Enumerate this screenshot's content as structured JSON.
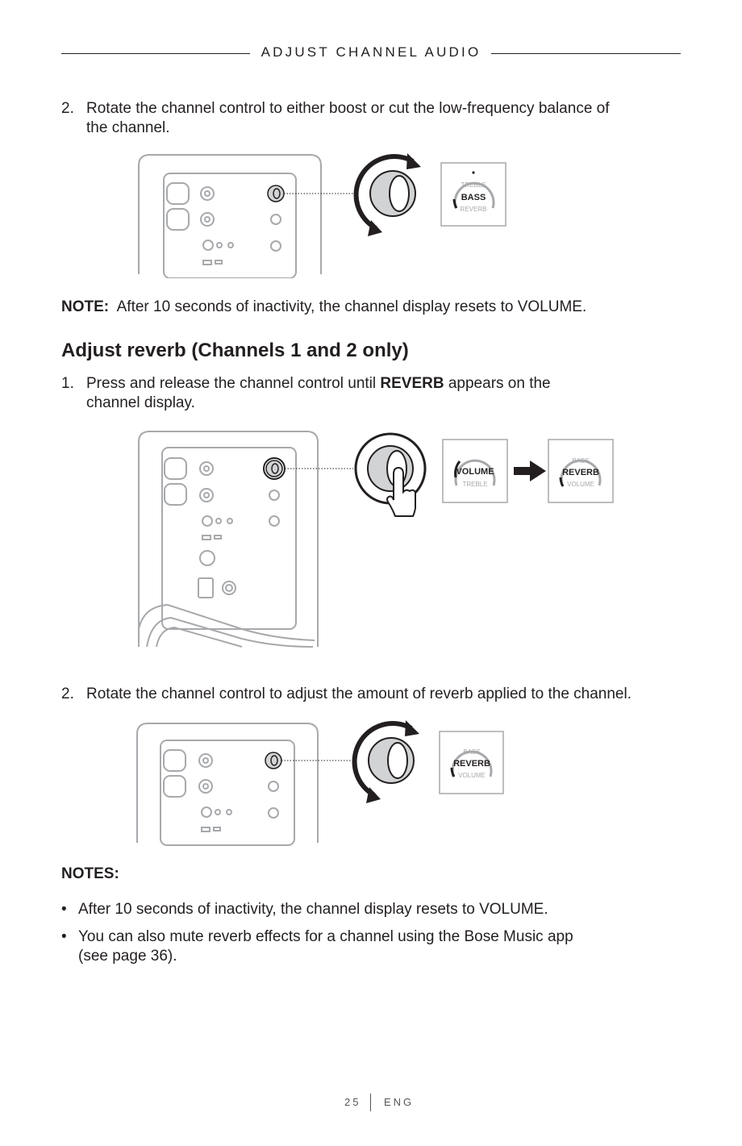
{
  "header": {
    "title": "ADJUST CHANNEL AUDIO"
  },
  "bass_section": {
    "step_num": "2.",
    "step_line1": "Rotate the channel control to either boost or cut the low-frequency balance of",
    "step_line2": "the channel.",
    "display": {
      "top": "TREBLE",
      "selected": "BASS",
      "bottom": "REVERB"
    },
    "note_label": "NOTE:",
    "note_text": "After 10 seconds of inactivity, the channel display resets to VOLUME."
  },
  "reverb_section": {
    "heading": "Adjust reverb (Channels 1 and 2 only)",
    "step1_num": "1.",
    "step1_line1_pre": "Press and release the channel control until ",
    "step1_line1_bold": "REVERB",
    "step1_line1_post": " appears on the",
    "step1_line2": "channel display.",
    "display_before": {
      "selected": "VOLUME",
      "bottom": "TREBLE"
    },
    "display_after": {
      "top": "BASS",
      "selected": "REVERB",
      "bottom": "VOLUME"
    },
    "step2_num": "2.",
    "step2_text": "Rotate the channel control to adjust the amount of reverb applied to the channel.",
    "display_step2": {
      "top": "BASS",
      "selected": "REVERB",
      "bottom": "VOLUME"
    }
  },
  "notes": {
    "label": "NOTES:",
    "bullet_symbol": "•",
    "items": [
      {
        "line1": "After 10 seconds of inactivity, the channel display resets to VOLUME."
      },
      {
        "line1": "You can also mute reverb effects for a channel using the Bose Music app",
        "line2": "(see page 36)."
      }
    ]
  },
  "footer": {
    "page": "25",
    "lang": "ENG"
  }
}
